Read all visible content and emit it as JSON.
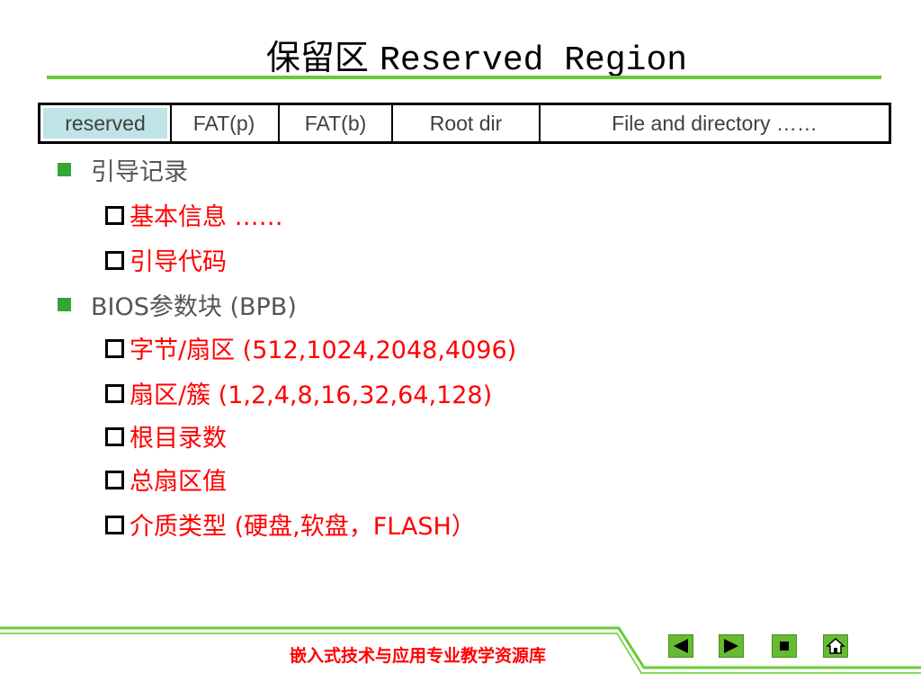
{
  "title": {
    "zh": "保留区",
    "en": "Reserved Region"
  },
  "region_table": {
    "cells": [
      "reserved",
      "FAT(p)",
      "FAT(b)",
      "Root dir",
      "File and directory ……"
    ]
  },
  "items": {
    "boot_record": "引导记录",
    "basic_info": "基本信息 ……",
    "boot_code": "引导代码",
    "bpb": "BIOS参数块 (BPB)",
    "bytes_per_sector": "字节/扇区 (512,1024,2048,4096)",
    "sectors_per_cluster": "扇区/簇 (1,2,4,8,16,32,64,128)",
    "root_entries": "根目录数",
    "total_sectors": "总扇区值",
    "media_type": "介质类型 (硬盘,软盘，FLASH）"
  },
  "footer": {
    "text": "嵌入式技术与应用专业教学资源库"
  },
  "nav": {
    "prev": "left-triangle-icon",
    "next": "right-triangle-icon",
    "stop": "square-icon",
    "home": "home-icon"
  },
  "colors": {
    "accent": "#66cc33",
    "highlight": "#bfe3e6",
    "red": "#ff0000"
  }
}
